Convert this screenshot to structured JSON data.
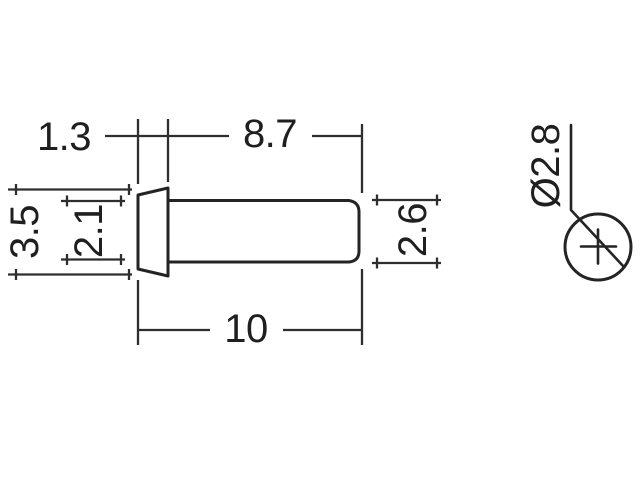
{
  "drawing": {
    "front_view": {
      "dim_head_length": "1.3",
      "dim_shaft_length": "8.7",
      "dim_total_length": "10",
      "dim_head_diameter": "3.5",
      "dim_neck_diameter": "2.1",
      "dim_shaft_diameter": "2.6"
    },
    "end_view": {
      "dim_diameter": "Ø2.8"
    },
    "colors": {
      "line": "#242424",
      "background": "#ffffff"
    }
  }
}
